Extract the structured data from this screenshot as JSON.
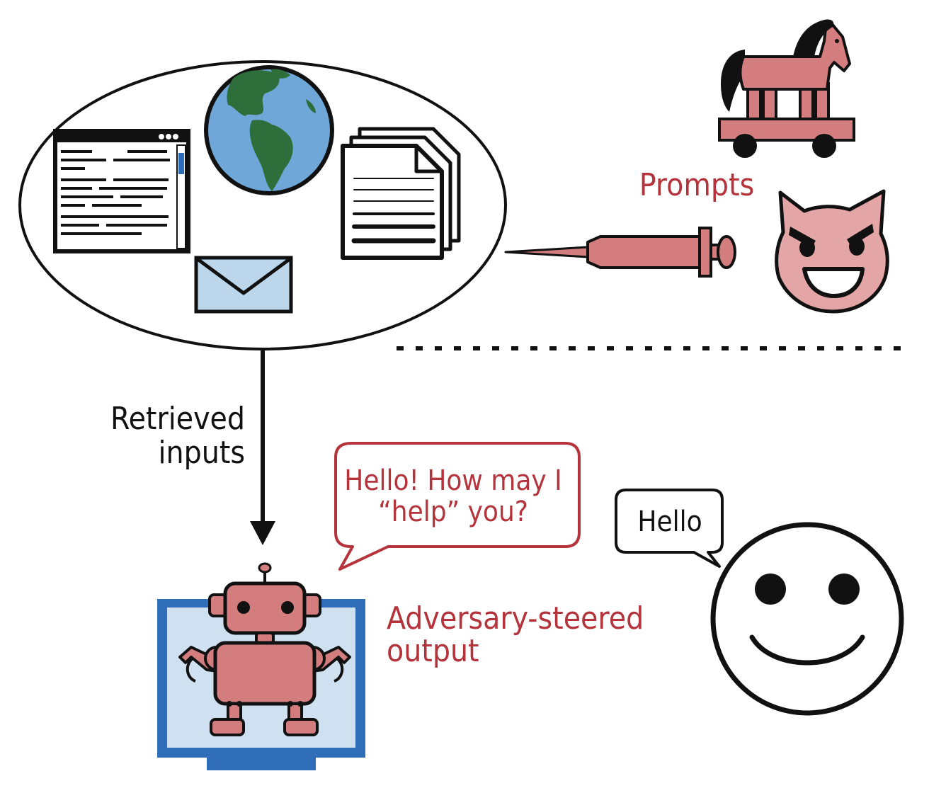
{
  "labels": {
    "prompts": "Prompts",
    "retrieved_line1": "Retrieved",
    "retrieved_line2": "inputs",
    "bot_speech_line1": "Hello! How may I",
    "bot_speech_line2": "“help” you?",
    "user_speech": "Hello",
    "output_line1": "Adversary-steered",
    "output_line2": "output"
  },
  "colors": {
    "accent_red": "#b5343b",
    "pink": "#d37d7f",
    "light_pink": "#e4a5a6",
    "earth_blue": "#6fa8d8",
    "earth_green": "#2e6e3a",
    "envelope_blue": "#bcd6ec",
    "monitor_blue": "#2f6db8",
    "screen_blue": "#cfe1f1"
  },
  "icons": [
    "browser-window-icon",
    "globe-icon",
    "documents-icon",
    "envelope-icon",
    "trojan-horse-icon",
    "syringe-icon",
    "devil-face-icon",
    "robot-monitor-icon",
    "smiley-user-icon"
  ]
}
